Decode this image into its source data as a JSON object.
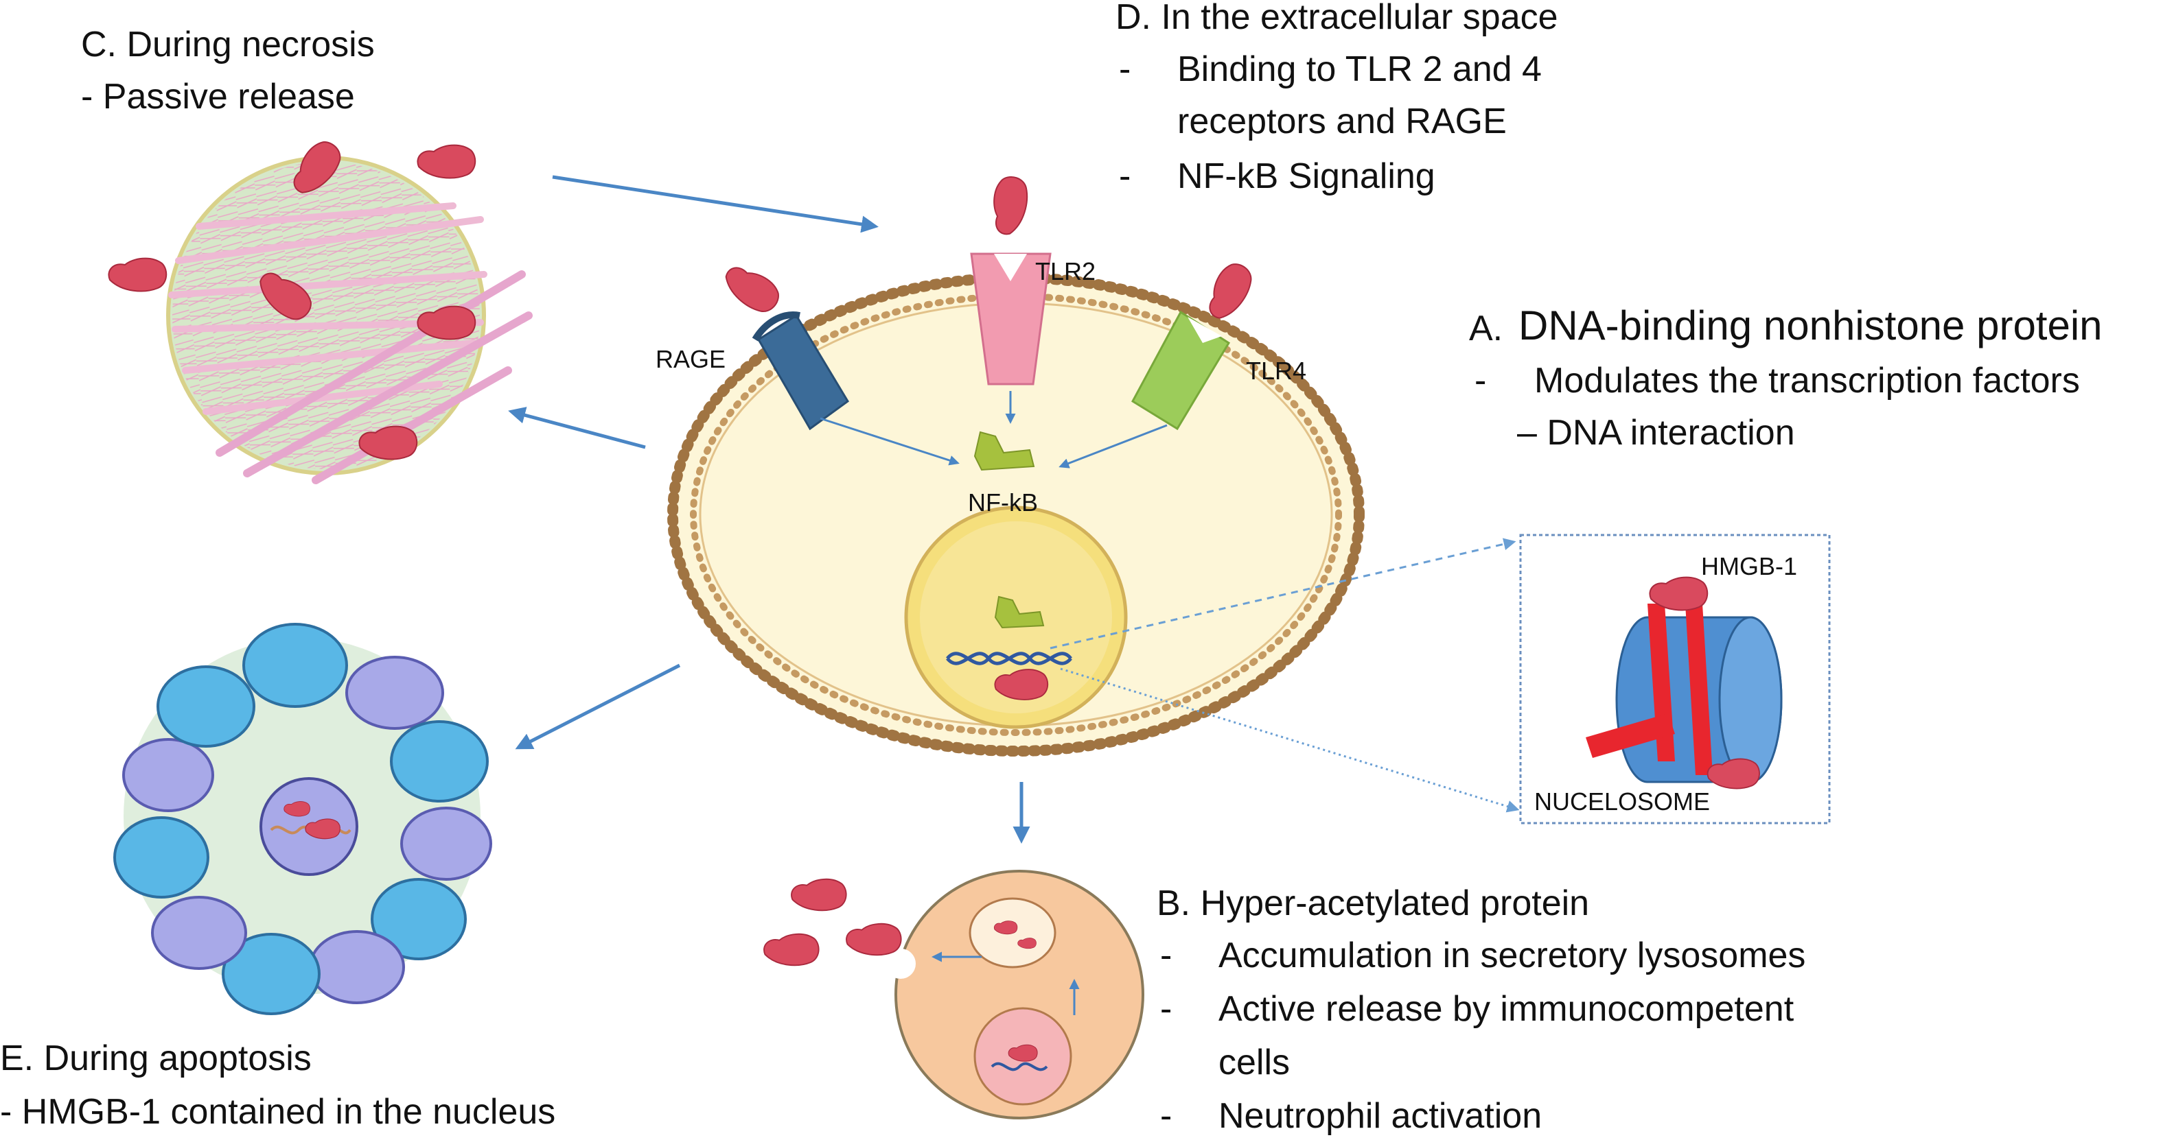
{
  "sections": {
    "c": {
      "title": "C. During necrosis",
      "line1": "- Passive release"
    },
    "d": {
      "title": "D. In the extracellular space",
      "dash": "-",
      "line1": "Binding to TLR 2 and 4",
      "line2": "receptors and RAGE",
      "line3": "NF-kB Signaling"
    },
    "a": {
      "prefix": "A.",
      "title": "DNA-binding nonhistone protein",
      "dash": "-",
      "line1": "Modulates the transcription factors",
      "line2": "– DNA interaction"
    },
    "b": {
      "title": "B. Hyper-acetylated protein",
      "dash": "-",
      "line1": "Accumulation in secretory lysosomes",
      "line2": "Active release by immunocompetent",
      "line3": "cells",
      "line4": "Neutrophil activation"
    },
    "e": {
      "title": "E. During apoptosis",
      "line1": "- HMGB-1 contained in the nucleus"
    }
  },
  "labels": {
    "tlr2": "TLR2",
    "tlr4": "TLR4",
    "rage": "RAGE",
    "nfkb": "NF-kB",
    "hmgb1": "HMGB-1",
    "nucleosome": "NUCELOSOME"
  },
  "colors": {
    "arrow": "#4a86c5",
    "hmgb1_protein": "#d94a5e",
    "membrane": "#a07442",
    "cell_fill": "#fdf6d8",
    "nucleus_fill": "#f5df7c",
    "rage_receptor": "#3b6b98",
    "tlr2_receptor": "#f29bb0",
    "tlr4_receptor": "#9ccc5a",
    "nfkb": "#a6c13e",
    "necrotic_cell": "#d6e8c9",
    "apoptotic_dark": "#59b7e6",
    "apoptotic_light": "#a8a9e8",
    "secretory_cell": "#f7c89e",
    "nucleosome_cylinder": "#4f8fd1",
    "nucleosome_band": "#e8262e"
  }
}
